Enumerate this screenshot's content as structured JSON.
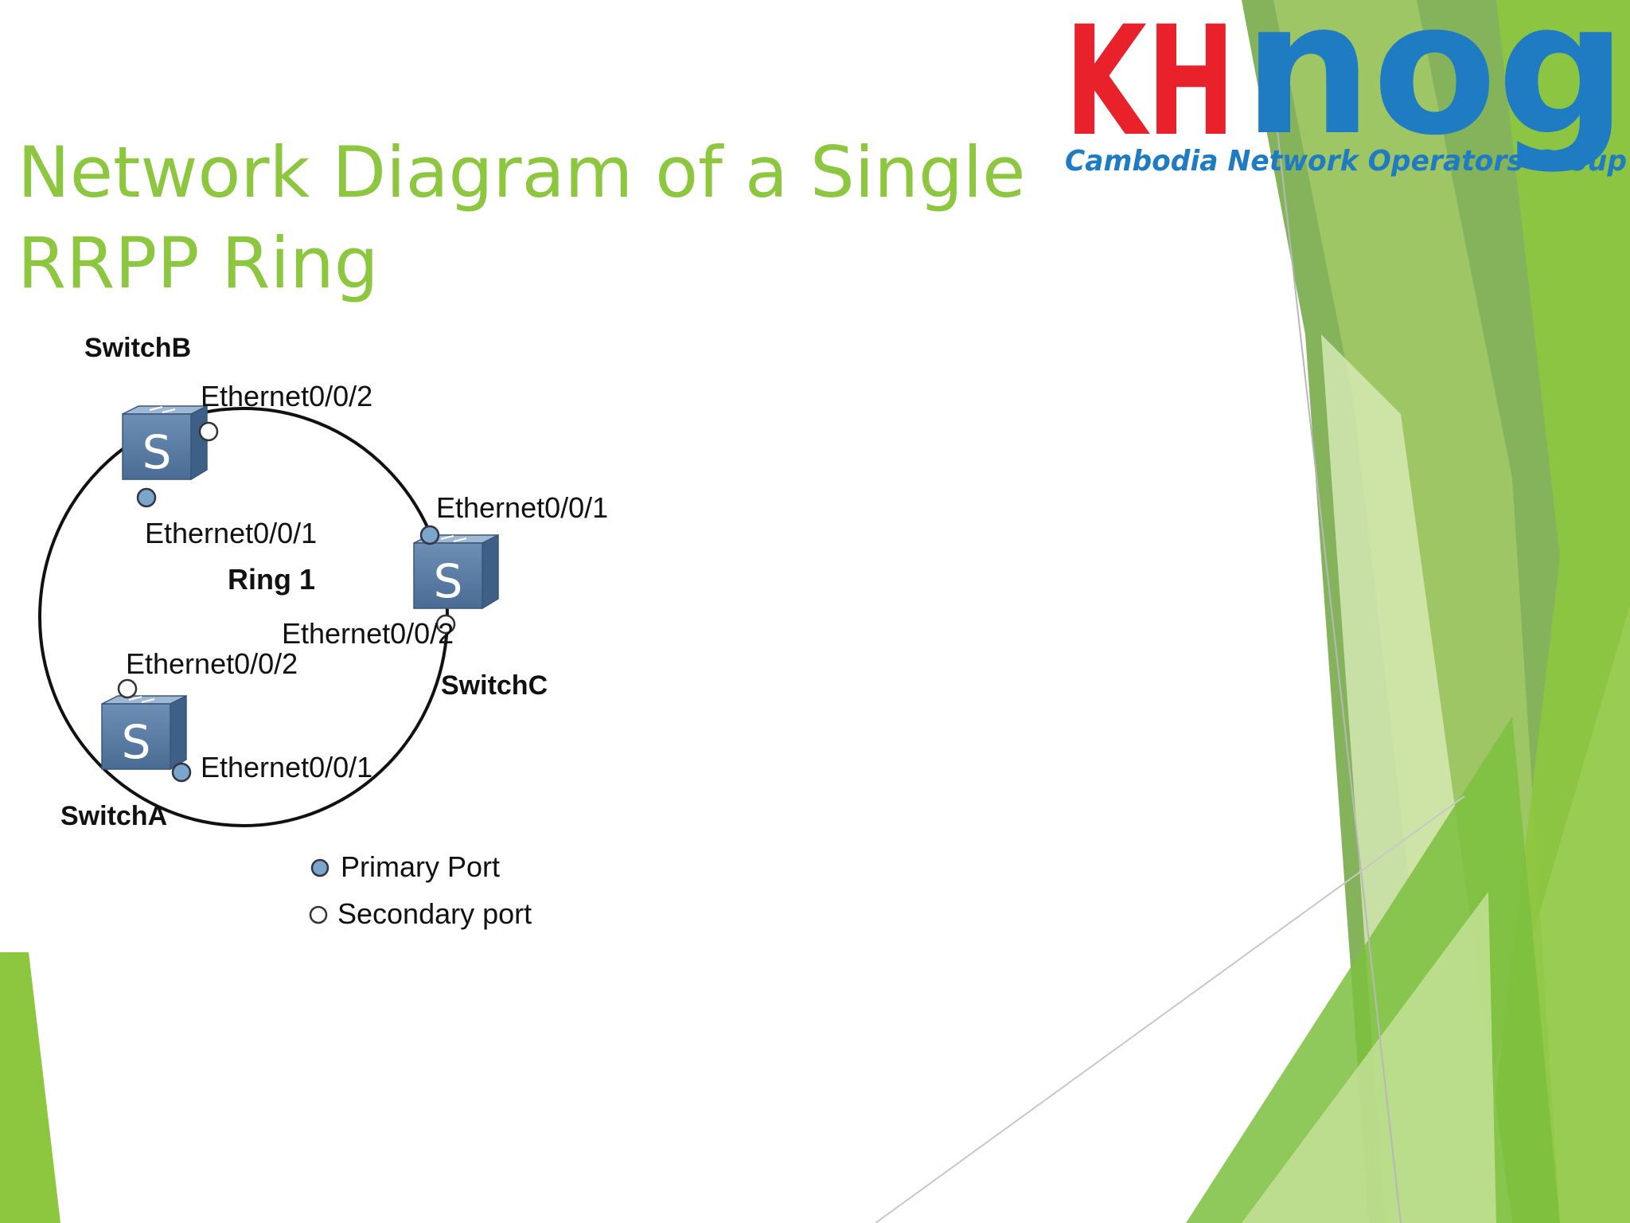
{
  "slide": {
    "title_line1": "Network Diagram of a Single",
    "title_line2": "RRPP Ring"
  },
  "logo": {
    "letters_left": "KH",
    "letters_right": "nog",
    "tagline": "Cambodia Network Operators Group",
    "colors": {
      "red": "#e8212b",
      "blue": "#1f7bc2"
    }
  },
  "diagram": {
    "ring_label": "Ring 1",
    "switches": [
      {
        "name": "SwitchB",
        "glyph": "S"
      },
      {
        "name": "SwitchC",
        "glyph": "S"
      },
      {
        "name": "SwitchA",
        "glyph": "S"
      }
    ],
    "ports": {
      "b_eth2": "Ethernet0/0/2",
      "b_eth1": "Ethernet0/0/1",
      "c_eth1": "Ethernet0/0/1",
      "c_eth2": "Ethernet0/0/2",
      "a_eth2": "Ethernet0/0/2",
      "a_eth1": "Ethernet0/0/1"
    },
    "legend": {
      "primary": "Primary Port",
      "secondary": "Secondary port"
    }
  },
  "theme": {
    "accent_green": "#8dc63f",
    "dark_green": "#5a9e2a",
    "switch_blue": "#5b7fa8",
    "primary_port": "#7aa6cc"
  }
}
